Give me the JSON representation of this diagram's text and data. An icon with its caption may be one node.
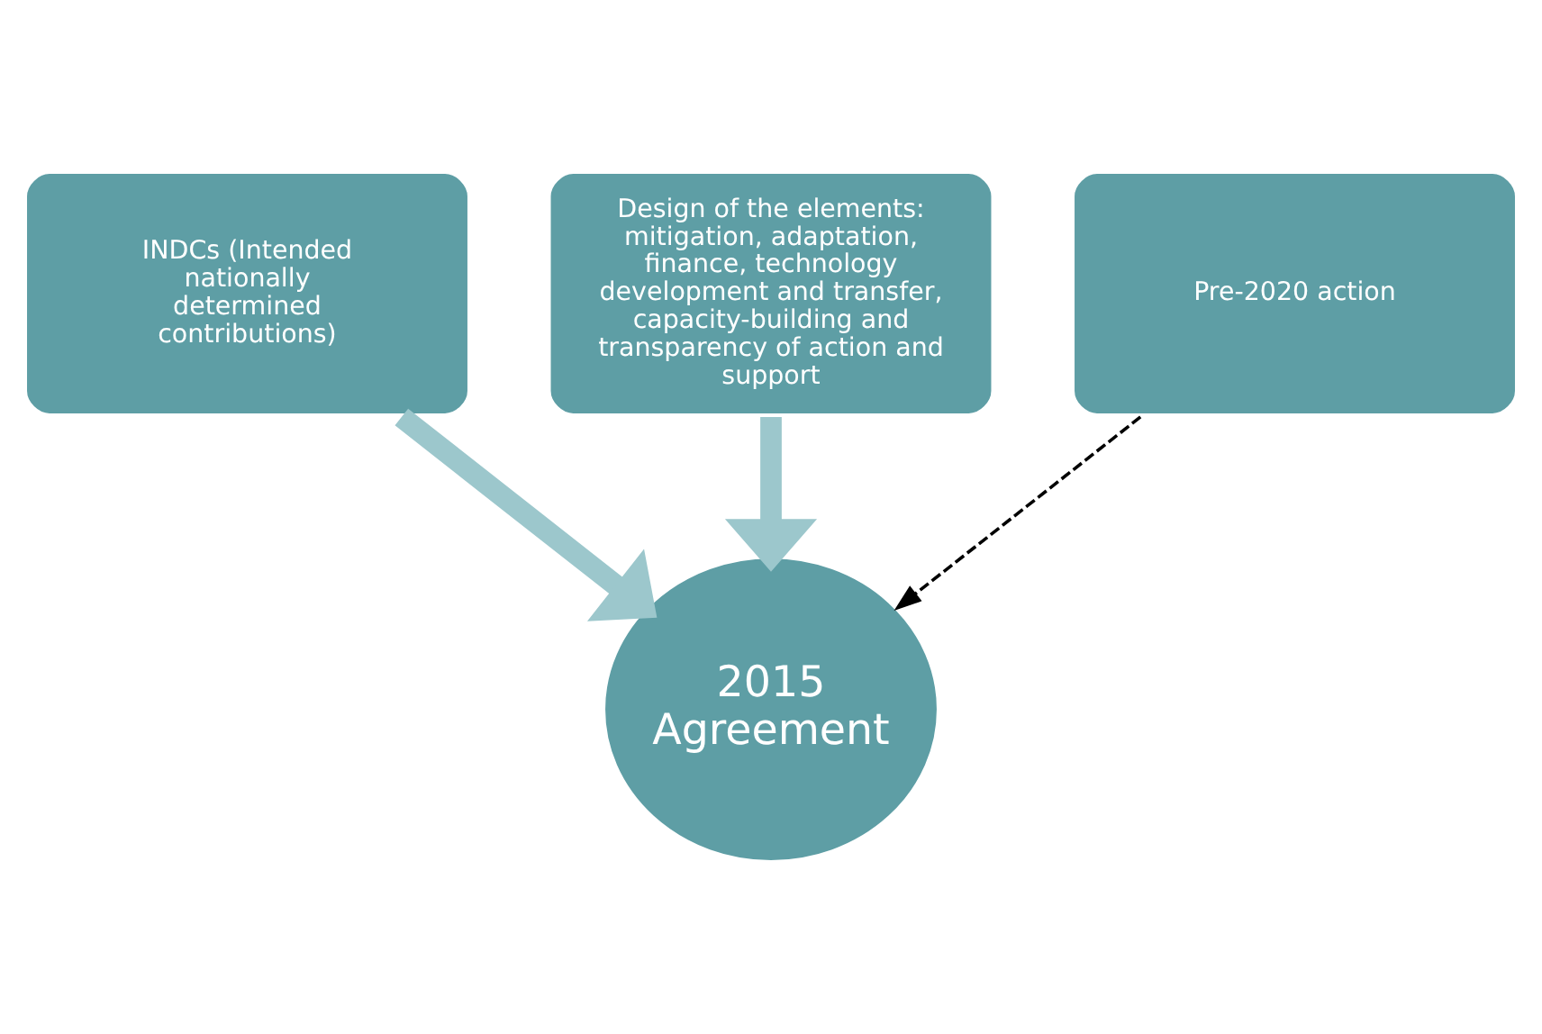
{
  "diagram": {
    "nodes": [
      {
        "text": [
          "INDCs (Intended nationally determined contributions)"
        ]
      },
      {
        "text": [
          "Design of the elements: mitigation, adaptation, finance, technology development and transfer, capacity-building and transparency of action and support"
        ]
      },
      {
        "text": [
          "Pre-2020 action"
        ]
      },
      {
        "text": [
          "2015 Agreement"
        ]
      }
    ],
    "edges": [
      {
        "from": 0,
        "to": 3,
        "arrow": "to"
      },
      {
        "from": 1,
        "to": 3,
        "arrow": "to"
      },
      {
        "from": 2,
        "to": 3,
        "arrow": "to",
        "style": "dashed",
        "color": "#000000"
      }
    ]
  }
}
